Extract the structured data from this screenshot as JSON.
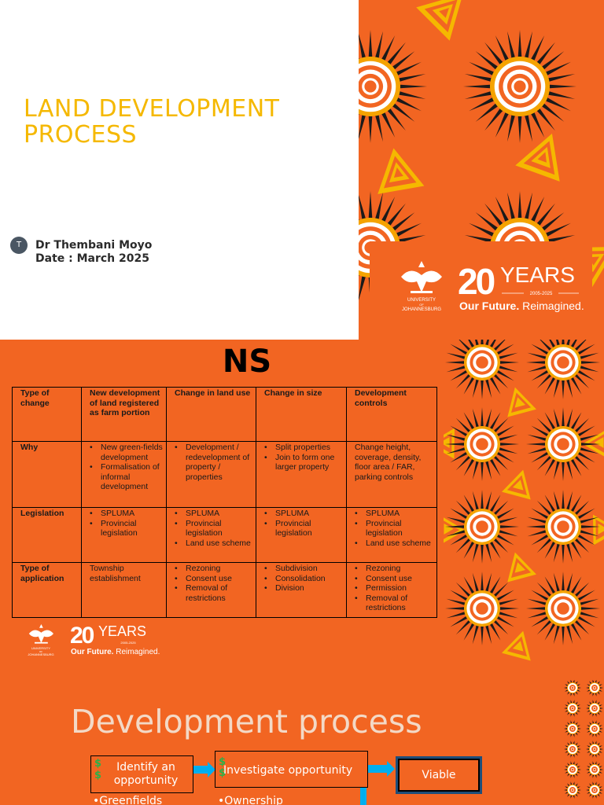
{
  "slide1": {
    "title_line1": "LAND DEVELOPMENT",
    "title_line2": "PROCESS",
    "avatar_initial": "T",
    "author": "Dr Thembani Moyo",
    "date": "Date : March 2025",
    "logo": {
      "university_line1": "UNIVERSITY",
      "university_line2": "OF",
      "university_line3": "JOHANNESBURG",
      "big_number": "20",
      "years": "YEARS",
      "range": "2005-2025",
      "tagline_bold": "Our Future.",
      "tagline_rest": " Reimagined."
    }
  },
  "slide2": {
    "title": "NS",
    "headers": [
      "Type of change",
      "New development of land registered as farm portion",
      "Change in land use",
      "Change in size",
      "Development controls"
    ],
    "rows": [
      {
        "label": "Why",
        "c1": [
          "New green-fields development",
          "Formalisation of informal development"
        ],
        "c2": [
          "Development / redevelopment of property / properties"
        ],
        "c3": [
          "Split properties",
          "Join to form one larger property"
        ],
        "c4_text": "Change height, coverage, density, floor area / FAR, parking controls"
      },
      {
        "label": "Legislation",
        "c1": [
          "SPLUMA",
          "Provincial legislation"
        ],
        "c2": [
          "SPLUMA",
          "Provincial legislation",
          "Land use scheme"
        ],
        "c3": [
          "SPLUMA",
          "Provincial legislation"
        ],
        "c4": [
          "SPLUMA",
          "Provincial legislation",
          "Land use scheme"
        ]
      },
      {
        "label": "Type of application",
        "c1_text": "Township establishment",
        "c2": [
          "Rezoning",
          "Consent use",
          "Removal of restrictions"
        ],
        "c3": [
          "Subdivision",
          "Consolidation",
          "Division"
        ],
        "c4": [
          "Rezoning",
          "Consent use",
          "Permission",
          "Removal of restrictions"
        ]
      }
    ]
  },
  "slide3": {
    "title": "Development process",
    "box1": "Identify an opportunity",
    "box2": "Investigate opportunity",
    "box3": "Viable",
    "list1": "•Greenfields",
    "list2": "•Ownership",
    "dollar": "$"
  },
  "colors": {
    "orange": "#f26522",
    "yellow": "#f5b800",
    "dark_blue": "#1f4e79",
    "arrow_blue": "#00aeef",
    "dollar_green": "#2bb14a"
  }
}
